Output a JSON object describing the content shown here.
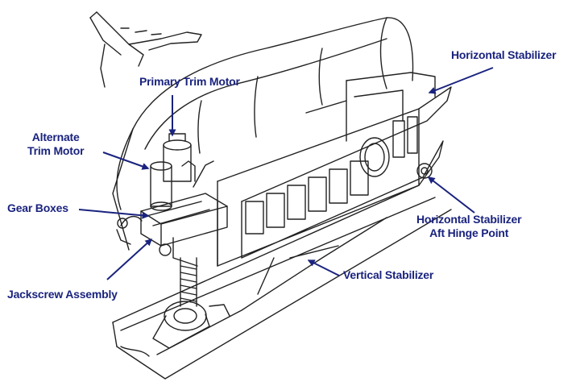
{
  "colors": {
    "label": "#1a237e",
    "leader": "#1a237e",
    "ink": "#222222",
    "background": "#ffffff"
  },
  "labels": {
    "horizontal_stabilizer": "Horizontal Stabilizer",
    "primary_trim_motor": "Primary Trim Motor",
    "alternate_trim_motor": [
      "Alternate",
      "Trim Motor"
    ],
    "gear_boxes": "Gear Boxes",
    "hinge_point": [
      "Horizontal Stabilizer",
      "Aft Hinge Point"
    ],
    "vertical_stabilizer": "Vertical Stabilizer",
    "jackscrew_assembly": "Jackscrew Assembly"
  }
}
